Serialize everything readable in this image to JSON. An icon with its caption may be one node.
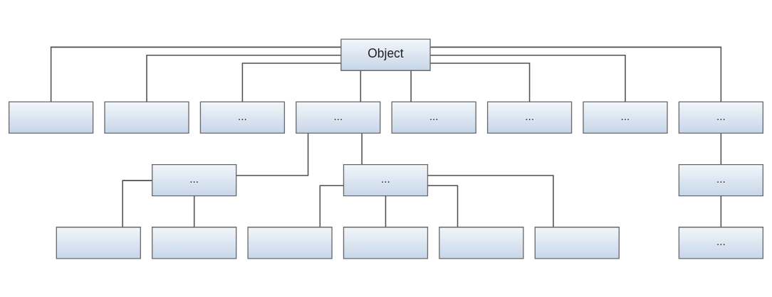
{
  "diagram": {
    "nodes": [
      {
        "text": [
          "Object"
        ]
      },
      {
        "text": [],
        "shape": "box"
      },
      {
        "text": [],
        "shape": "box"
      },
      {
        "text": [
          "..."
        ]
      },
      {
        "text": [
          "..."
        ]
      },
      {
        "text": [
          "..."
        ]
      },
      {
        "text": [
          "..."
        ]
      },
      {
        "text": [
          "..."
        ]
      },
      {
        "text": [
          "..."
        ]
      },
      {
        "text": [
          "..."
        ]
      },
      {
        "text": [
          "..."
        ]
      },
      {
        "text": [
          "..."
        ]
      },
      {
        "text": [
          "..."
        ]
      },
      {
        "text": [],
        "shape": "box"
      },
      {
        "text": [],
        "shape": "box"
      },
      {
        "text": [],
        "shape": "box"
      },
      {
        "text": [],
        "shape": "box"
      },
      {
        "text": [],
        "shape": "box"
      },
      {
        "text": [],
        "shape": "box"
      }
    ],
    "edges": [
      {
        "from": 0,
        "to": 1,
        "arrow": "none"
      },
      {
        "from": 0,
        "to": 2,
        "arrow": "none"
      },
      {
        "from": 0,
        "to": 3,
        "arrow": "none"
      },
      {
        "from": 0,
        "to": 4,
        "arrow": "none"
      },
      {
        "from": 0,
        "to": 5,
        "arrow": "none"
      },
      {
        "from": 0,
        "to": 6,
        "arrow": "none"
      },
      {
        "from": 0,
        "to": 7,
        "arrow": "none"
      },
      {
        "from": 0,
        "to": 8,
        "arrow": "none"
      },
      {
        "from": 8,
        "to": 9,
        "arrow": "none"
      },
      {
        "from": 9,
        "to": 12,
        "arrow": "none"
      },
      {
        "from": 4,
        "to": 10,
        "arrow": "none"
      },
      {
        "from": 4,
        "to": 11,
        "arrow": "none"
      },
      {
        "from": 10,
        "to": 13,
        "arrow": "none"
      },
      {
        "from": 10,
        "to": 14,
        "arrow": "none"
      },
      {
        "from": 11,
        "to": 15,
        "arrow": "none"
      },
      {
        "from": 11,
        "to": 16,
        "arrow": "none"
      },
      {
        "from": 11,
        "to": 17,
        "arrow": "none"
      },
      {
        "from": 11,
        "to": 18,
        "arrow": "none"
      }
    ]
  }
}
